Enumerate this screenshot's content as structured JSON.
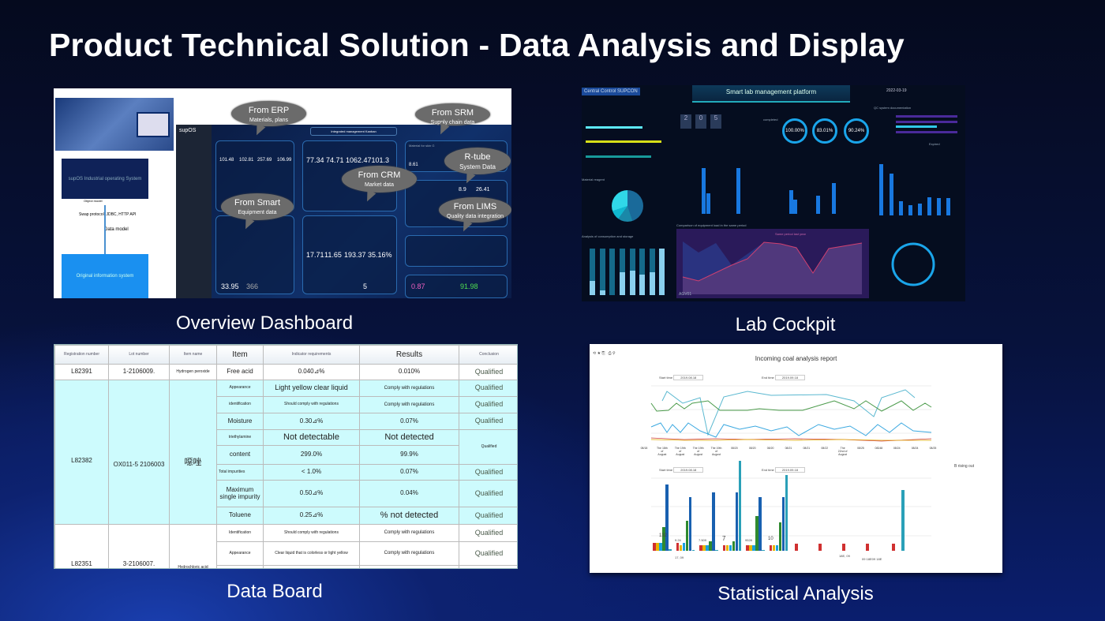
{
  "title": "Product Technical Solution - Data Analysis and Display",
  "captions": {
    "overview": "Overview Dashboard",
    "lab": "Lab Cockpit",
    "board": "Data Board",
    "stats": "Statistical Analysis"
  },
  "overview": {
    "brand": "supOS",
    "kanban_title": "Integrated management Kanban",
    "os_box": "supOS Industrial operating System",
    "object_model": "Object model",
    "swap_protocol": "Swap protocol: JDBC, HTTP API",
    "data_model": "Data model",
    "original_system": "Original information system",
    "material_label": "Material for skin G",
    "bubbles": [
      {
        "title": "From ERP",
        "sub": "Materials, plans"
      },
      {
        "title": "From SRM",
        "sub": "Supply chain data"
      },
      {
        "title": "R-tube",
        "sub": "System Data"
      },
      {
        "title": "From CRM",
        "sub": "Market data"
      },
      {
        "title": "From Smart",
        "sub": "Equipment data"
      },
      {
        "title": "From LIMS",
        "sub": "Quality data integration"
      }
    ],
    "numbers": [
      "101.48",
      "102.81",
      "257.69",
      "106.99",
      "77.34",
      "74.71",
      "1062.47101.3",
      "8.61",
      "8.9",
      "26.41",
      "17.71",
      "11.65",
      "193.37 35.16%",
      "0.87",
      "91.98",
      "33.95",
      "366",
      "5"
    ]
  },
  "lab": {
    "brand": "Central Control SUPCON",
    "title": "Smart lab management platform",
    "date": "2022-03-19",
    "digits": [
      "2",
      "0",
      "5"
    ],
    "completed_label": "completed",
    "rings": [
      "100.00%",
      "83.01%",
      "90.24%"
    ],
    "qc_label": "QC system documentation",
    "expired_label": "Expired",
    "material_label": "Material reagent",
    "consumption_label": "Analysis of consumption and storage",
    "comparison_label": "Comparison of equipment load in the same period",
    "same_period_label": "Same period last year",
    "agv_label": "AGV01"
  },
  "board": {
    "headers": [
      "Registration number",
      "Lot number",
      "Item name",
      "Item",
      "Indicator requirements",
      "Results",
      "Conclusion"
    ],
    "row1": {
      "reg": "L82391",
      "lot": "1-2106009.",
      "name": "Hydrogen peroxide",
      "item": "Free acid",
      "req": "0.040⊿%",
      "res": "0.010%",
      "con": "Qualified"
    },
    "group2": {
      "reg": "L82382",
      "lot": "OX011-5 2106003",
      "name": "噁唑",
      "rows": [
        {
          "item": "Appearance",
          "req": "Light yellow clear liquid",
          "res": "Comply with regulations",
          "con": "Qualified"
        },
        {
          "item": "identification",
          "req": "Should comply with regulations",
          "res": "Comply with regulations",
          "con": "Qualified"
        },
        {
          "item": "Moisture",
          "req": "0.30⊿%",
          "res": "0.07%",
          "con": "Qualified"
        },
        {
          "item": "triethylamine",
          "req": "Not detectable",
          "res": "Not detected",
          "con": "Qualified"
        },
        {
          "item": "content",
          "req": "299.0%",
          "res": "99.9%"
        },
        {
          "item": "Total impurities",
          "req": "< 1.0%",
          "res": "0.07%",
          "con": "Qualified"
        },
        {
          "item": "Maximum single impurity",
          "req": "0.50⊿%",
          "res": "0.04%",
          "con": "Qualified"
        },
        {
          "item": "Toluene",
          "req": "0.25⊿%",
          "res": "% not detected",
          "con": "Qualified"
        }
      ]
    },
    "group3": {
      "reg": "L82351",
      "lot": "3-2106007.",
      "name": "Hydrochloric acid",
      "rows": [
        {
          "item": "Identification",
          "req": "Should comply with regulations",
          "res": "Comply with regulations",
          "con": "Qualified"
        },
        {
          "item": "Appearance",
          "req": "Clear liquid that is colorless or light yellow",
          "res": "Comply with regulations",
          "con": "Qualified"
        }
      ]
    }
  },
  "stats": {
    "title": "Incoming coal analysis report",
    "start_label": "Start time",
    "start_value": "2019.08.18",
    "end_label": "End time",
    "end_value": "2019.09.18",
    "rising_label": "B rising out",
    "x_labels": [
      "08/18",
      "The 18th of August",
      "The 19th of August",
      "The 19th of August",
      "The 19th of August",
      "08/20",
      "08/20",
      "08/20",
      "08/21",
      "08/21",
      "08/22",
      "The 22nd of August",
      "08/25",
      "08248",
      "08/24",
      "08/24",
      "08/25"
    ],
    "bar_labels": [
      "132",
      "9.24",
      "7.509",
      "7",
      "9528",
      "10",
      "17, 09",
      "18E, 09",
      "09 18E09 18E"
    ],
    "colors": {
      "red": "#d03030",
      "yellow": "#e8b400",
      "blue": "#19a0e0",
      "green": "#2f8a2f",
      "navy": "#1860b0",
      "teal": "#2aa0b8"
    }
  }
}
